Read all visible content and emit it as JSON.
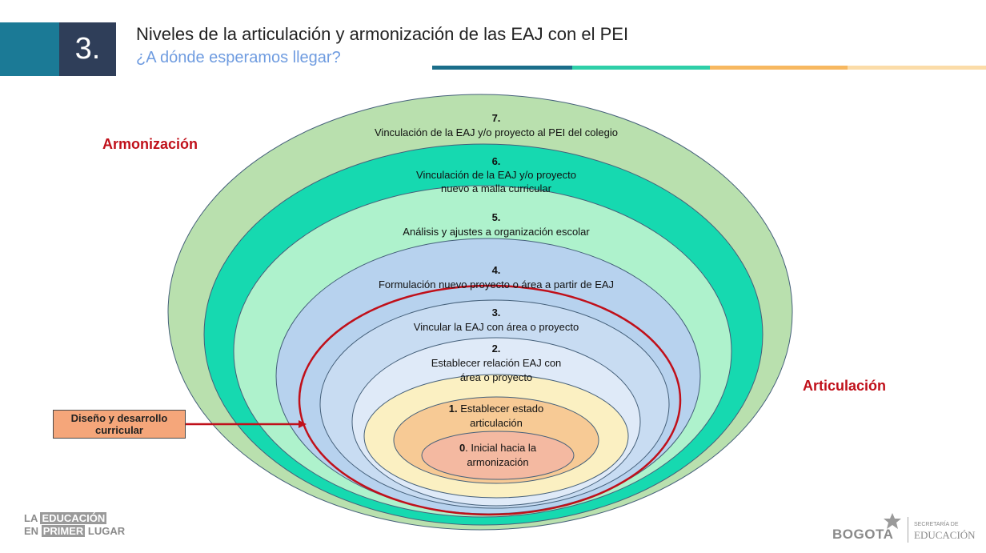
{
  "header": {
    "number": "3.",
    "title": "Niveles de la articulación y armonización de las EAJ con el PEI",
    "subtitle": "¿A dónde esperamos llegar?",
    "stripe_colors": [
      "#1b6e8a",
      "#2ecfa8",
      "#f7b860",
      "#fbdca8"
    ]
  },
  "labels": {
    "armonizacion": "Armonización",
    "articulacion": "Articulación",
    "callout_line1": "Diseño y desarrollo",
    "callout_line2": "curricular"
  },
  "levels": [
    {
      "number": "7.",
      "lines": [
        "Vinculación de la EAJ y/o proyecto al PEI del colegio"
      ],
      "color": "#b9e0ae"
    },
    {
      "number": "6.",
      "lines": [
        "Vinculación de la EAJ y/o proyecto",
        "nuevo a malla curricular"
      ],
      "color": "#16d9b0"
    },
    {
      "number": "5.",
      "lines": [
        "Análisis y ajustes a organización escolar"
      ],
      "color": "#aef2cc"
    },
    {
      "number": "4.",
      "lines": [
        "Formulación nuevo proyecto o área a partir de EAJ"
      ],
      "color": "#b7d2ee"
    },
    {
      "number": "3.",
      "lines": [
        "Vincular la EAJ con área o proyecto"
      ],
      "color": "#c8dcf2"
    },
    {
      "number": "2.",
      "lines": [
        "Establecer relación EAJ con",
        "área o proyecto"
      ],
      "color": "#dfeaf8"
    },
    {
      "number": "1.",
      "lines": [
        "Establecer estado",
        "articulación"
      ],
      "color": "#fbf0c2"
    },
    {
      "number": "0",
      "lines": [
        ". Inicial hacia la",
        "armonización"
      ],
      "color": "#f7ca95"
    }
  ],
  "innermost_color": "#f4b9a1",
  "highlight_ring_color": "#c0101a",
  "logos": {
    "left_prefix": "LA",
    "left_word1": "EDUCACIÓN",
    "left_prefix2": "EN",
    "left_word2": "PRIMER",
    "left_word3": "LUGAR",
    "right_city": "BOGOTA",
    "right_small": "SECRETARÍA DE",
    "right_dept": "EDUCACIÓN"
  }
}
